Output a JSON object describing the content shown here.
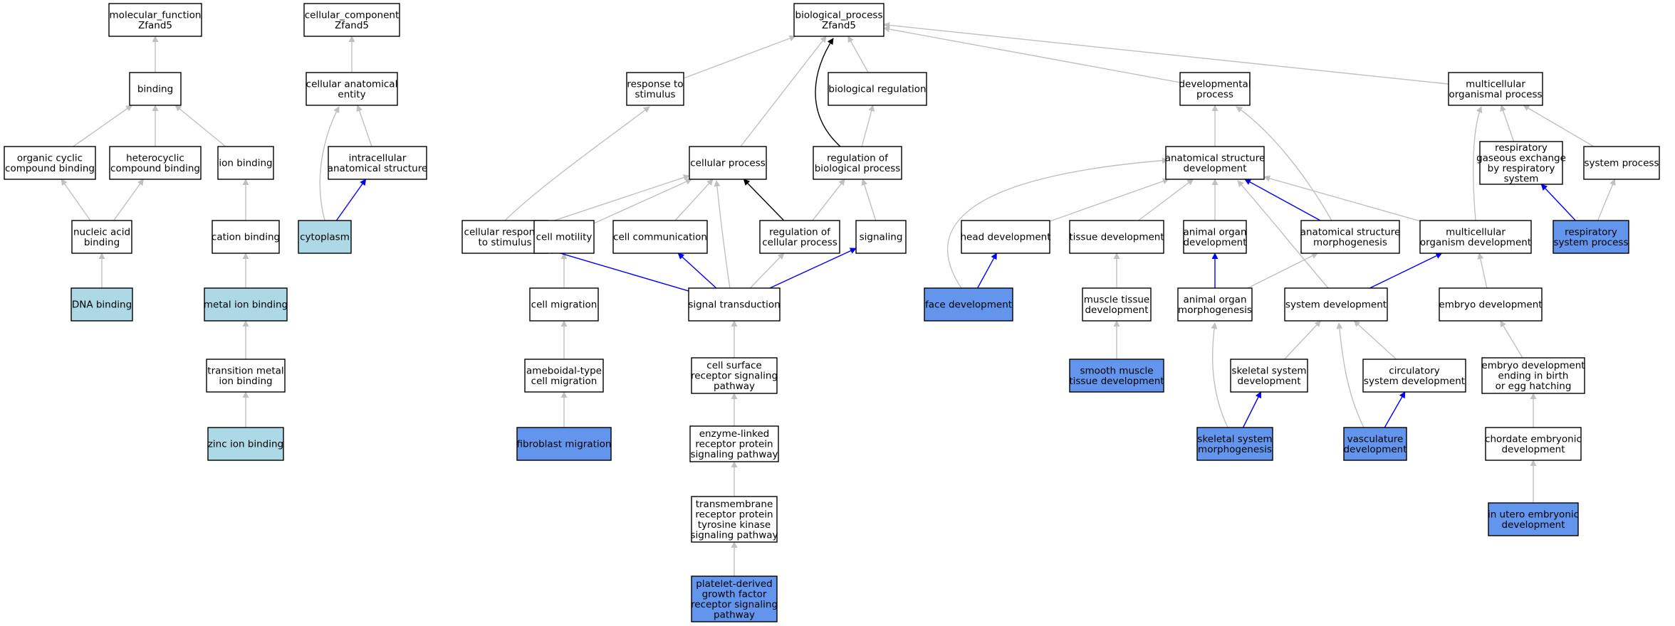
{
  "graph": {
    "colors": {
      "node_fill": "#ffffff",
      "annotated_mf_cc": "#add8e6",
      "annotated_bp": "#6495ed",
      "edge_is_a": "#c0c0c0",
      "edge_part_of": "#0000ff",
      "edge_regulates": "#000000"
    },
    "nodes": [
      {
        "id": "mf_root",
        "lines": [
          "molecular_function",
          "Zfand5"
        ],
        "fill": "white"
      },
      {
        "id": "binding",
        "lines": [
          "binding"
        ],
        "fill": "white"
      },
      {
        "id": "organic_cyclic",
        "lines": [
          "organic cyclic",
          "compound binding"
        ],
        "fill": "white"
      },
      {
        "id": "heterocyclic",
        "lines": [
          "heterocyclic",
          "compound binding"
        ],
        "fill": "white"
      },
      {
        "id": "ion_binding",
        "lines": [
          "ion binding"
        ],
        "fill": "white"
      },
      {
        "id": "nucleic_acid",
        "lines": [
          "nucleic acid",
          "binding"
        ],
        "fill": "white"
      },
      {
        "id": "cation_binding",
        "lines": [
          "cation binding"
        ],
        "fill": "white"
      },
      {
        "id": "dna_binding",
        "lines": [
          "DNA binding"
        ],
        "fill": "light"
      },
      {
        "id": "metal_ion",
        "lines": [
          "metal ion binding"
        ],
        "fill": "light"
      },
      {
        "id": "transition_metal",
        "lines": [
          "transition metal",
          "ion binding"
        ],
        "fill": "white"
      },
      {
        "id": "zinc_ion",
        "lines": [
          "zinc ion binding"
        ],
        "fill": "light"
      },
      {
        "id": "cc_root",
        "lines": [
          "cellular_component",
          "Zfand5"
        ],
        "fill": "white"
      },
      {
        "id": "anat_entity",
        "lines": [
          "cellular anatomical",
          "entity"
        ],
        "fill": "white"
      },
      {
        "id": "intracellular",
        "lines": [
          "intracellular",
          "anatomical structure"
        ],
        "fill": "white"
      },
      {
        "id": "cytoplasm",
        "lines": [
          "cytoplasm"
        ],
        "fill": "light"
      },
      {
        "id": "bp_root",
        "lines": [
          "biological_process",
          "Zfand5"
        ],
        "fill": "white"
      },
      {
        "id": "resp_stimulus",
        "lines": [
          "response to",
          "stimulus"
        ],
        "fill": "white"
      },
      {
        "id": "bio_reg",
        "lines": [
          "biological regulation"
        ],
        "fill": "white"
      },
      {
        "id": "dev_process",
        "lines": [
          "developmental",
          "process"
        ],
        "fill": "white"
      },
      {
        "id": "multicell_org",
        "lines": [
          "multicellular",
          "organismal process"
        ],
        "fill": "white"
      },
      {
        "id": "cellular_process",
        "lines": [
          "cellular process"
        ],
        "fill": "white"
      },
      {
        "id": "reg_bio",
        "lines": [
          "regulation of",
          "biological process"
        ],
        "fill": "white"
      },
      {
        "id": "anat_dev",
        "lines": [
          "anatomical structure",
          "development"
        ],
        "fill": "white"
      },
      {
        "id": "resp_gas",
        "lines": [
          "respiratory",
          "gaseous exchange",
          "by respiratory",
          "system"
        ],
        "fill": "white"
      },
      {
        "id": "system_process",
        "lines": [
          "system process"
        ],
        "fill": "white"
      },
      {
        "id": "cell_resp",
        "lines": [
          "cellular response",
          "to stimulus"
        ],
        "fill": "white"
      },
      {
        "id": "cell_motility",
        "lines": [
          "cell motility"
        ],
        "fill": "white"
      },
      {
        "id": "cell_comm",
        "lines": [
          "cell communication"
        ],
        "fill": "white"
      },
      {
        "id": "reg_cell",
        "lines": [
          "regulation of",
          "cellular process"
        ],
        "fill": "white"
      },
      {
        "id": "signaling",
        "lines": [
          "signaling"
        ],
        "fill": "white"
      },
      {
        "id": "head_dev",
        "lines": [
          "head development"
        ],
        "fill": "white"
      },
      {
        "id": "tissue_dev",
        "lines": [
          "tissue development"
        ],
        "fill": "white"
      },
      {
        "id": "animal_organ_dev",
        "lines": [
          "animal organ",
          "development"
        ],
        "fill": "white"
      },
      {
        "id": "anat_morph",
        "lines": [
          "anatomical structure",
          "morphogenesis"
        ],
        "fill": "white"
      },
      {
        "id": "multicell_dev",
        "lines": [
          "multicellular",
          "organism development"
        ],
        "fill": "white"
      },
      {
        "id": "resp_sys_proc",
        "lines": [
          "respiratory",
          "system process"
        ],
        "fill": "dark"
      },
      {
        "id": "cell_migration",
        "lines": [
          "cell migration"
        ],
        "fill": "white"
      },
      {
        "id": "signal_trans",
        "lines": [
          "signal transduction"
        ],
        "fill": "white"
      },
      {
        "id": "face_dev",
        "lines": [
          "face development"
        ],
        "fill": "dark"
      },
      {
        "id": "muscle_tissue",
        "lines": [
          "muscle tissue",
          "development"
        ],
        "fill": "white"
      },
      {
        "id": "animal_organ_morph",
        "lines": [
          "animal organ",
          "morphogenesis"
        ],
        "fill": "white"
      },
      {
        "id": "system_dev",
        "lines": [
          "system development"
        ],
        "fill": "white"
      },
      {
        "id": "embryo_dev",
        "lines": [
          "embryo development"
        ],
        "fill": "white"
      },
      {
        "id": "ameboidal",
        "lines": [
          "ameboidal-type",
          "cell migration"
        ],
        "fill": "white"
      },
      {
        "id": "cell_surface",
        "lines": [
          "cell surface",
          "receptor signaling",
          "pathway"
        ],
        "fill": "white"
      },
      {
        "id": "smooth_muscle",
        "lines": [
          "smooth muscle",
          "tissue development"
        ],
        "fill": "dark"
      },
      {
        "id": "skeletal_sys_dev",
        "lines": [
          "skeletal system",
          "development"
        ],
        "fill": "white"
      },
      {
        "id": "circulatory",
        "lines": [
          "circulatory",
          "system development"
        ],
        "fill": "white"
      },
      {
        "id": "embryo_birth",
        "lines": [
          "embryo development",
          "ending in birth",
          "or egg hatching"
        ],
        "fill": "white"
      },
      {
        "id": "fibroblast",
        "lines": [
          "fibroblast migration"
        ],
        "fill": "dark"
      },
      {
        "id": "enzyme_linked",
        "lines": [
          "enzyme-linked",
          "receptor protein",
          "signaling pathway"
        ],
        "fill": "white"
      },
      {
        "id": "skeletal_morph",
        "lines": [
          "skeletal system",
          "morphogenesis"
        ],
        "fill": "dark"
      },
      {
        "id": "vasculature",
        "lines": [
          "vasculature",
          "development"
        ],
        "fill": "dark"
      },
      {
        "id": "chordate",
        "lines": [
          "chordate embryonic",
          "development"
        ],
        "fill": "white"
      },
      {
        "id": "transmembrane",
        "lines": [
          "transmembrane",
          "receptor protein",
          "tyrosine kinase",
          "signaling pathway"
        ],
        "fill": "white"
      },
      {
        "id": "in_utero",
        "lines": [
          "in utero embryonic",
          "development"
        ],
        "fill": "dark"
      },
      {
        "id": "pdgf",
        "lines": [
          "platelet-derived",
          "growth factor",
          "receptor signaling",
          "pathway"
        ],
        "fill": "dark"
      }
    ],
    "edges": [
      {
        "from": "binding",
        "to": "mf_root",
        "type": "is_a"
      },
      {
        "from": "organic_cyclic",
        "to": "binding",
        "type": "is_a"
      },
      {
        "from": "heterocyclic",
        "to": "binding",
        "type": "is_a"
      },
      {
        "from": "ion_binding",
        "to": "binding",
        "type": "is_a"
      },
      {
        "from": "nucleic_acid",
        "to": "organic_cyclic",
        "type": "is_a"
      },
      {
        "from": "nucleic_acid",
        "to": "heterocyclic",
        "type": "is_a"
      },
      {
        "from": "cation_binding",
        "to": "ion_binding",
        "type": "is_a"
      },
      {
        "from": "dna_binding",
        "to": "nucleic_acid",
        "type": "is_a"
      },
      {
        "from": "metal_ion",
        "to": "cation_binding",
        "type": "is_a"
      },
      {
        "from": "transition_metal",
        "to": "metal_ion",
        "type": "is_a"
      },
      {
        "from": "zinc_ion",
        "to": "transition_metal",
        "type": "is_a"
      },
      {
        "from": "anat_entity",
        "to": "cc_root",
        "type": "is_a"
      },
      {
        "from": "intracellular",
        "to": "anat_entity",
        "type": "is_a"
      },
      {
        "from": "cytoplasm",
        "to": "anat_entity",
        "type": "is_a"
      },
      {
        "from": "cytoplasm",
        "to": "intracellular",
        "type": "part_of"
      },
      {
        "from": "resp_stimulus",
        "to": "bp_root",
        "type": "is_a"
      },
      {
        "from": "bio_reg",
        "to": "bp_root",
        "type": "is_a"
      },
      {
        "from": "dev_process",
        "to": "bp_root",
        "type": "is_a"
      },
      {
        "from": "multicell_org",
        "to": "bp_root",
        "type": "is_a"
      },
      {
        "from": "cellular_process",
        "to": "bp_root",
        "type": "is_a"
      },
      {
        "from": "reg_bio",
        "to": "bp_root",
        "type": "regulates"
      },
      {
        "from": "reg_bio",
        "to": "bio_reg",
        "type": "is_a"
      },
      {
        "from": "anat_dev",
        "to": "dev_process",
        "type": "is_a"
      },
      {
        "from": "resp_gas",
        "to": "multicell_org",
        "type": "is_a"
      },
      {
        "from": "system_process",
        "to": "multicell_org",
        "type": "is_a"
      },
      {
        "from": "cell_resp",
        "to": "resp_stimulus",
        "type": "is_a"
      },
      {
        "from": "cell_resp",
        "to": "cellular_process",
        "type": "is_a"
      },
      {
        "from": "cell_motility",
        "to": "cellular_process",
        "type": "is_a"
      },
      {
        "from": "cell_comm",
        "to": "cellular_process",
        "type": "is_a"
      },
      {
        "from": "reg_cell",
        "to": "cellular_process",
        "type": "regulates"
      },
      {
        "from": "reg_cell",
        "to": "reg_bio",
        "type": "is_a"
      },
      {
        "from": "signaling",
        "to": "reg_bio",
        "type": "is_a"
      },
      {
        "from": "head_dev",
        "to": "anat_dev",
        "type": "is_a"
      },
      {
        "from": "tissue_dev",
        "to": "anat_dev",
        "type": "is_a"
      },
      {
        "from": "animal_organ_dev",
        "to": "anat_dev",
        "type": "is_a"
      },
      {
        "from": "anat_morph",
        "to": "anat_dev",
        "type": "part_of"
      },
      {
        "from": "anat_morph",
        "to": "dev_process",
        "type": "is_a"
      },
      {
        "from": "multicell_dev",
        "to": "anat_dev",
        "type": "is_a"
      },
      {
        "from": "multicell_dev",
        "to": "multicell_org",
        "type": "is_a"
      },
      {
        "from": "resp_sys_proc",
        "to": "resp_gas",
        "type": "part_of"
      },
      {
        "from": "resp_sys_proc",
        "to": "system_process",
        "type": "is_a"
      },
      {
        "from": "cell_migration",
        "to": "cell_motility",
        "type": "is_a"
      },
      {
        "from": "signal_trans",
        "to": "cell_resp",
        "type": "part_of"
      },
      {
        "from": "signal_trans",
        "to": "cellular_process",
        "type": "is_a"
      },
      {
        "from": "signal_trans",
        "to": "cell_comm",
        "type": "part_of"
      },
      {
        "from": "signal_trans",
        "to": "reg_cell",
        "type": "is_a"
      },
      {
        "from": "signal_trans",
        "to": "signaling",
        "type": "part_of"
      },
      {
        "from": "face_dev",
        "to": "anat_dev",
        "type": "is_a"
      },
      {
        "from": "face_dev",
        "to": "head_dev",
        "type": "part_of"
      },
      {
        "from": "muscle_tissue",
        "to": "tissue_dev",
        "type": "is_a"
      },
      {
        "from": "animal_organ_morph",
        "to": "anat_morph",
        "type": "is_a"
      },
      {
        "from": "animal_organ_morph",
        "to": "animal_organ_dev",
        "type": "part_of"
      },
      {
        "from": "system_dev",
        "to": "anat_dev",
        "type": "is_a"
      },
      {
        "from": "system_dev",
        "to": "multicell_dev",
        "type": "part_of"
      },
      {
        "from": "embryo_dev",
        "to": "multicell_dev",
        "type": "is_a"
      },
      {
        "from": "ameboidal",
        "to": "cell_migration",
        "type": "is_a"
      },
      {
        "from": "cell_surface",
        "to": "signal_trans",
        "type": "is_a"
      },
      {
        "from": "smooth_muscle",
        "to": "muscle_tissue",
        "type": "is_a"
      },
      {
        "from": "skeletal_sys_dev",
        "to": "system_dev",
        "type": "is_a"
      },
      {
        "from": "circulatory",
        "to": "system_dev",
        "type": "is_a"
      },
      {
        "from": "embryo_birth",
        "to": "embryo_dev",
        "type": "is_a"
      },
      {
        "from": "fibroblast",
        "to": "ameboidal",
        "type": "is_a"
      },
      {
        "from": "enzyme_linked",
        "to": "cell_surface",
        "type": "is_a"
      },
      {
        "from": "skeletal_morph",
        "to": "animal_organ_morph",
        "type": "is_a"
      },
      {
        "from": "skeletal_morph",
        "to": "skeletal_sys_dev",
        "type": "part_of"
      },
      {
        "from": "vasculature",
        "to": "system_dev",
        "type": "is_a"
      },
      {
        "from": "vasculature",
        "to": "circulatory",
        "type": "part_of"
      },
      {
        "from": "chordate",
        "to": "embryo_birth",
        "type": "is_a"
      },
      {
        "from": "transmembrane",
        "to": "enzyme_linked",
        "type": "is_a"
      },
      {
        "from": "in_utero",
        "to": "chordate",
        "type": "is_a"
      },
      {
        "from": "pdgf",
        "to": "transmembrane",
        "type": "is_a"
      }
    ]
  }
}
